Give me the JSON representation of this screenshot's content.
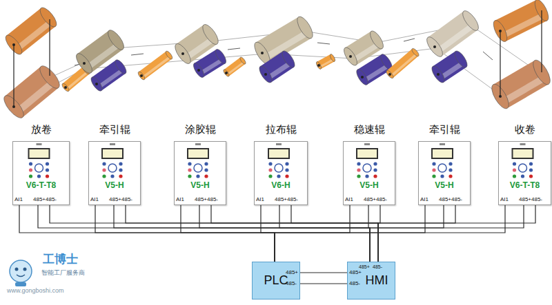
{
  "diagram": {
    "nodes": [
      {
        "text": [
          "放卷",
          "V6-T-T8"
        ]
      },
      {
        "text": [
          "牵引辊",
          "V5-H"
        ]
      },
      {
        "text": [
          "涂胶辊",
          "V5-H"
        ]
      },
      {
        "text": [
          "拉布辊",
          "V6-H"
        ]
      },
      {
        "text": [
          "稳速辊",
          "V5-H"
        ]
      },
      {
        "text": [
          "牵引辊",
          "V5-H"
        ]
      },
      {
        "text": [
          "收卷",
          "V6-T-T8"
        ]
      },
      {
        "text": [
          "PLC"
        ]
      },
      {
        "text": [
          "HMI"
        ]
      }
    ],
    "edges": [
      {
        "from": 0,
        "to": 7,
        "arrow": "none"
      },
      {
        "from": 1,
        "to": 7,
        "arrow": "none"
      },
      {
        "from": 2,
        "to": 7,
        "arrow": "none"
      },
      {
        "from": 3,
        "to": 7,
        "arrow": "none"
      },
      {
        "from": 4,
        "to": 7,
        "arrow": "none"
      },
      {
        "from": 5,
        "to": 7,
        "arrow": "none"
      },
      {
        "from": 6,
        "to": 7,
        "arrow": "none"
      },
      {
        "from": 0,
        "to": 8,
        "arrow": "none"
      },
      {
        "from": 1,
        "to": 8,
        "arrow": "none"
      },
      {
        "from": 2,
        "to": 8,
        "arrow": "none"
      },
      {
        "from": 3,
        "to": 8,
        "arrow": "none"
      },
      {
        "from": 4,
        "to": 8,
        "arrow": "none"
      },
      {
        "from": 5,
        "to": 8,
        "arrow": "none"
      },
      {
        "from": 6,
        "to": 8,
        "arrow": "none"
      },
      {
        "from": 7,
        "to": 8,
        "arrow": "none"
      }
    ],
    "labels": [
      "AI1",
      "485+",
      "485-",
      "AI1",
      "485+",
      "485-",
      "AI1",
      "485+",
      "485-",
      "AI1",
      "485+",
      "485-",
      "AI1",
      "485+",
      "485-",
      "AI1",
      "485+",
      "485-",
      "AI1",
      "485+",
      "485-",
      "485+",
      "485-",
      "485+",
      "485-",
      "485+",
      "485-",
      "工博士",
      "智能工厂服务商",
      "www.gongboshi.com"
    ]
  }
}
